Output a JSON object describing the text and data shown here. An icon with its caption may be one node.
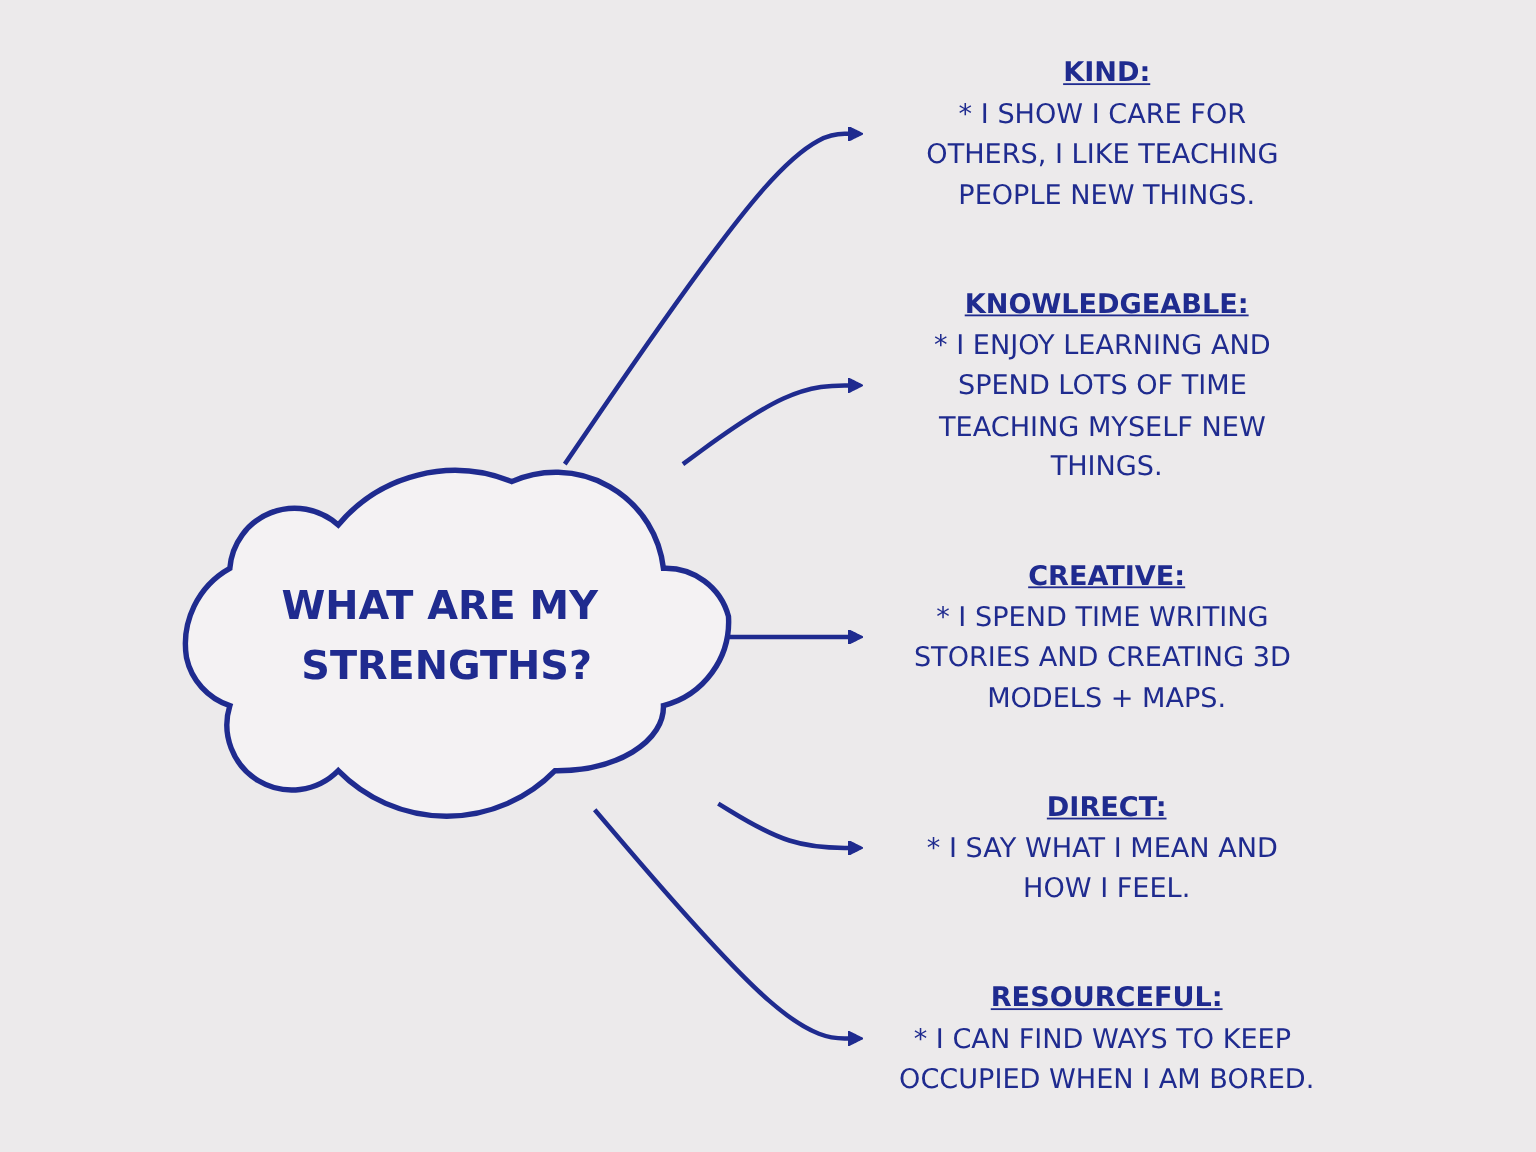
{
  "diagram": {
    "nodes": [
      {
        "text": [
          "KIND:",
          "* I SHOW I CARE FOR OTHERS, I LIKE TEACHING PEOPLE NEW THINGS."
        ]
      },
      {
        "text": [
          "KNOWLEDGEABLE:",
          "* I ENJOY LEARNING AND SPEND LOTS OF TIME TEACHING MYSELF NEW THINGS."
        ]
      },
      {
        "text": [
          "WHAT ARE MY STRENGTHS?"
        ]
      },
      {
        "text": [
          "CREATIVE:",
          "* I SPEND TIME WRITING STORIES AND CREATING 3D MODELS + MAPS."
        ]
      },
      {
        "text": [
          "DIRECT:",
          "* I SAY WHAT I MEAN AND HOW I FEEL."
        ]
      },
      {
        "text": [
          "RESOURCEFUL:",
          "* I CAN FIND WAYS TO KEEP OCCUPIED WHEN I AM BORED."
        ]
      }
    ],
    "edges": [
      {
        "from": 2,
        "to": 0,
        "arrow": "to"
      },
      {
        "from": 2,
        "to": 1,
        "arrow": "to"
      },
      {
        "from": 2,
        "to": 3,
        "arrow": "to"
      },
      {
        "from": 2,
        "to": 4,
        "arrow": "to"
      },
      {
        "from": 2,
        "to": 5,
        "arrow": "to"
      }
    ]
  }
}
